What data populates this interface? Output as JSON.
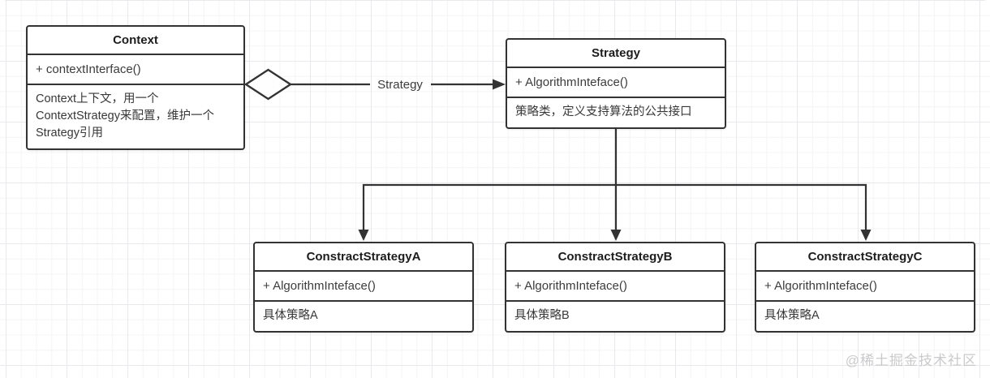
{
  "diagram": {
    "context": {
      "title": "Context",
      "attribute": "+ contextInterface()",
      "description": "Context上下文，用一个ContextStrategy来配置，维护一个Strategy引用"
    },
    "strategy": {
      "title": "Strategy",
      "attribute": "+ AlgorithmInteface()",
      "description": "策略类，定义支持算法的公共接口"
    },
    "concrete_a": {
      "title": "ConstractStrategyA",
      "attribute": "+ AlgorithmInteface()",
      "description": "具体策略A"
    },
    "concrete_b": {
      "title": "ConstractStrategyB",
      "attribute": "+ AlgorithmInteface()",
      "description": "具体策略B"
    },
    "concrete_c": {
      "title": "ConstractStrategyC",
      "attribute": "+ AlgorithmInteface()",
      "description": "具体策略A"
    },
    "association_label": "Strategy"
  },
  "watermark": "@稀土掘金技术社区",
  "colors": {
    "line": "#333333",
    "title_text": "#1d1d1d",
    "body_text": "#3c3c3c",
    "grid_minor": "#f4f4f7",
    "grid_major": "#e9e9ed",
    "watermark": "#cacacc",
    "box_fill": "#ffffff"
  }
}
